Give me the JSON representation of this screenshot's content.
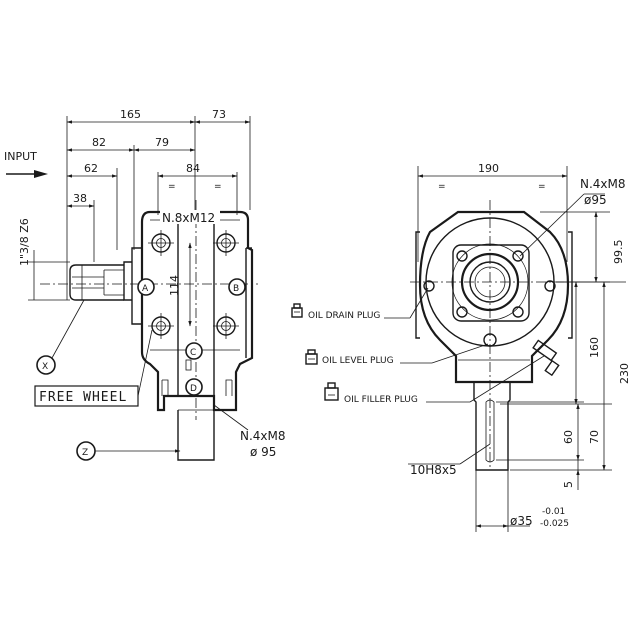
{
  "input_label": "INPUT",
  "free_wheel_label": "FREE WHEEL",
  "callouts": {
    "x": "X",
    "z": "Z",
    "a": "A",
    "b": "B",
    "c": "C",
    "d": "D"
  },
  "left_view": {
    "dim_165": "165",
    "dim_73": "73",
    "dim_82": "82",
    "dim_79": "79",
    "dim_62": "62",
    "dim_84": "84",
    "dim_38": "38",
    "dim_114": "114",
    "shaft_spec": "1\"3/8 Z6",
    "bolt_spec_top": "N.8xM12",
    "bolt_spec_bottom_1": "N.4xM8",
    "bolt_spec_bottom_2": "ø 95",
    "equal_mark": "="
  },
  "right_view": {
    "dim_190": "190",
    "bolt_spec_1": "N.4xM8",
    "bolt_spec_2": "ø95",
    "dim_99_5": "99.5",
    "dim_160": "160",
    "dim_230": "230",
    "dim_60": "60",
    "dim_70": "70",
    "dim_5": "5",
    "key_spec": "10H8x5",
    "shaft_dia": "ø35",
    "tol_upper": "-0.01",
    "tol_lower": "-0.025",
    "equal_mark": "="
  },
  "plugs": {
    "drain": "OIL DRAIN PLUG",
    "level": "OIL LEVEL PLUG",
    "filler": "OIL FILLER PLUG"
  }
}
